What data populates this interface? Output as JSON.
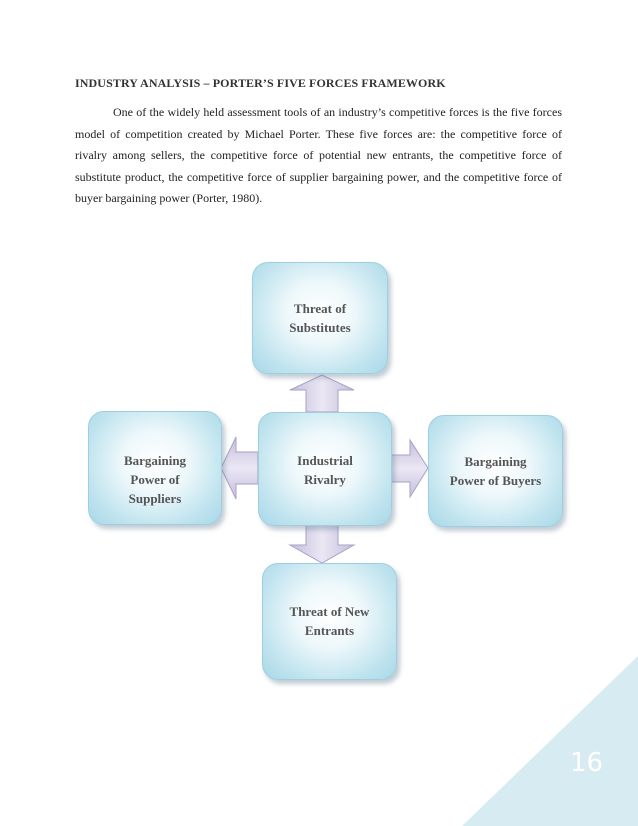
{
  "heading": "INDUSTRY ANALYSIS – PORTER’S FIVE FORCES FRAMEWORK",
  "paragraph": "One of the widely held assessment tools of an industry’s competitive forces is the five forces model of competition created by Michael Porter. These five forces are: the competitive force of rivalry among sellers, the competitive force of potential new entrants, the competitive force of substitute product, the competitive force of supplier bargaining power, and the competitive force of buyer bargaining power (Porter, 1980).",
  "diagram": {
    "center": "Industrial\nRivalry",
    "top": "Threat of\nSubstitutes",
    "left": "Bargaining\nPower of\nSuppliers",
    "right": "Bargaining\nPower of Buyers",
    "bottom": "Threat of New\nEntrants"
  },
  "page_number": "16",
  "colors": {
    "corner": "#d6ebf2",
    "box_fill": "#bfe3ee",
    "arrow_fill": "#d6cfe6"
  }
}
